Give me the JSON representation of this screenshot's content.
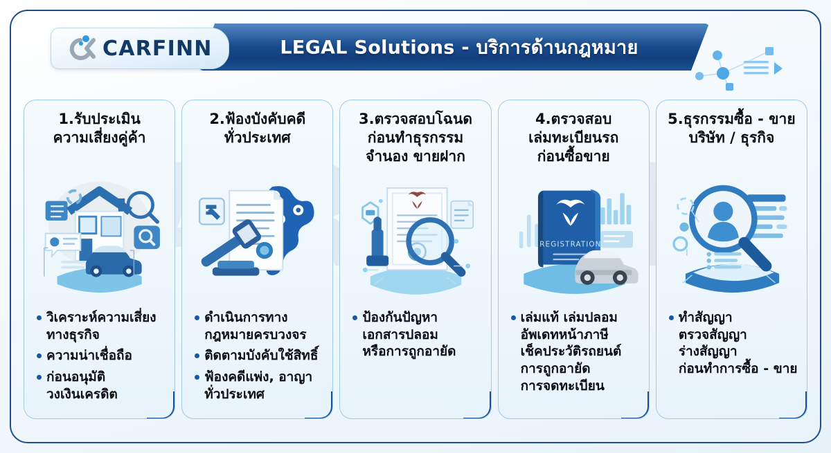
{
  "header": {
    "logo_word": "CARFINN",
    "logo_icon": "carfinn-logo-mark",
    "title": "LEGAL Solutions - บริการด้านกฎหมาย",
    "decoration_icon": "network-nodes-icon"
  },
  "watermark": "CARFINN",
  "colors": {
    "brand_dark_blue": "#123f7d",
    "brand_blue": "#1a56a8",
    "accent_light_blue": "#9ecbe8",
    "card_bg": "#eef7fc",
    "text": "#0d0f12"
  },
  "cards": [
    {
      "number": "1",
      "title": "1.รับประเมิน\nความเสี่ยงคู่ค้า",
      "art_icon": "house-car-inspection-icon",
      "bullets": [
        "วิเคราะห์ความเสี่ยง\nทางธุรกิจ",
        "ความน่าเชื่อถือ",
        "ก่อนอนุมัติ\nวงเงินเครดิต"
      ]
    },
    {
      "number": "2",
      "title": "2.ฟ้องบังคับคดี\nทั่วประเทศ",
      "art_icon": "gavel-document-thailand-map-icon",
      "bullets": [
        "ดำเนินการทาง\nกฎหมายครบวงจร",
        "ติดตามบังคับใช้สิทธิ์",
        "ฟ้องคดีแพ่ง, อาญา\nทั่วประเทศ"
      ]
    },
    {
      "number": "3",
      "title": "3.ตรวจสอบโฉนด\nก่อนทำธุรกรรม\nจำนอง ขายฝาก",
      "art_icon": "land-deed-magnifier-stamp-icon",
      "bullets": [
        "ป้องกันปัญหา\nเอกสารปลอม\nหรือการถูกอายัด"
      ]
    },
    {
      "number": "4",
      "title": "4.ตรวจสอบ\nเล่มทะเบียนรถ\nก่อนซื้อขาย",
      "art_icon": "vehicle-registration-book-car-icon",
      "bullets": [
        "เล่มแท้ เล่มปลอม\nอัพเดทหน้าภาษี\nเช็คประวัติรถยนต์\nการถูกอายัด\nการจดทะเบียน"
      ]
    },
    {
      "number": "5",
      "title": "5.ธุรกรรมซื้อ - ขาย\nบริษัท / ธุรกิจ",
      "art_icon": "profile-magnifier-document-icon",
      "bullets": [
        "ทำสัญญา\nตรวจสัญญา\nร่างสัญญา\nก่อนทำการซื้อ - ขาย"
      ]
    }
  ]
}
